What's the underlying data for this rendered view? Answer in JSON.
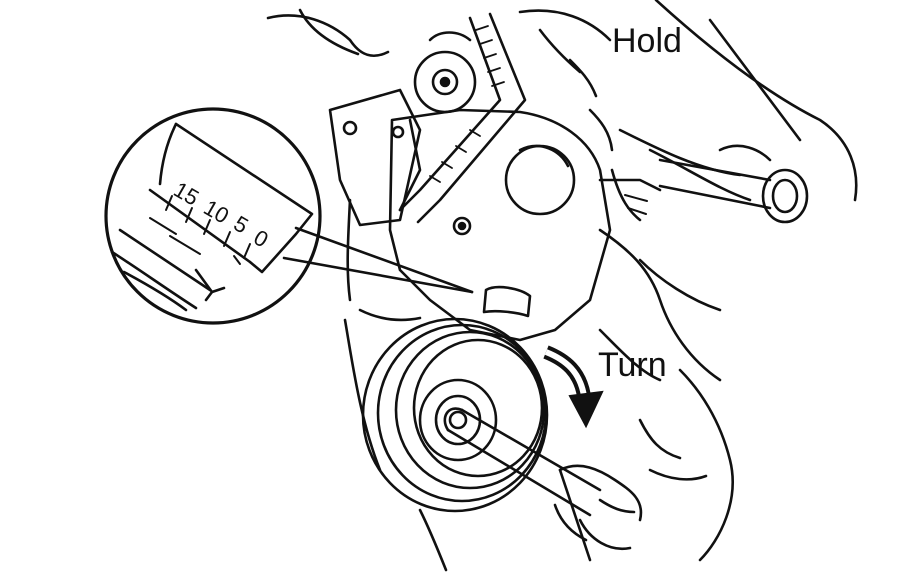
{
  "labels": {
    "hold": "Hold",
    "turn": "Turn"
  },
  "timing_scale": {
    "marks": [
      "15",
      "10",
      "5",
      "0"
    ]
  },
  "colors": {
    "line": "#111111",
    "background": "#ffffff"
  }
}
